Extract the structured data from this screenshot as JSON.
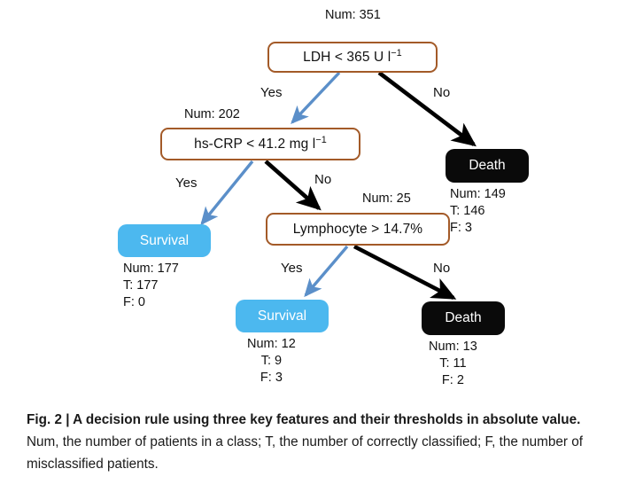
{
  "figure": {
    "colors": {
      "decision_border": "#a35a28",
      "survival": "#4cb8ef",
      "death": "#0a0a0a",
      "yes_edge": "#5b8fc9",
      "no_edge": "#000000"
    },
    "nodes": {
      "root": {
        "num_label": "Num: 351",
        "feature": "LDH",
        "operator": "<",
        "threshold": "365",
        "unit_base": "U l",
        "unit_sup": "−1",
        "text": "LDH < 365 U l"
      },
      "hscrp": {
        "num_label": "Num: 202",
        "feature": "hs-CRP",
        "operator": "<",
        "threshold": "41.2",
        "unit_base": "mg l",
        "unit_sup": "−1",
        "text": "hs-CRP < 41.2 mg l"
      },
      "lymphocyte": {
        "num_label": "Num: 25",
        "feature": "Lymphocyte",
        "operator": ">",
        "threshold": "14.7%",
        "text": "Lymphocyte > 14.7%"
      },
      "death_right": {
        "label": "Death",
        "num": "Num: 149",
        "t": "T: 146",
        "f": "F: 3"
      },
      "survival_left": {
        "label": "Survival",
        "num": "Num: 177",
        "t": "T: 177",
        "f": "F: 0"
      },
      "survival_bottom": {
        "label": "Survival",
        "num": "Num: 12",
        "t": "T: 9",
        "f": "F: 3"
      },
      "death_bottom": {
        "label": "Death",
        "num": "Num: 13",
        "t": "T: 11",
        "f": "F: 2"
      }
    },
    "edge_labels": {
      "root_yes": "Yes",
      "root_no": "No",
      "hscrp_yes": "Yes",
      "hscrp_no": "No",
      "lymph_yes": "Yes",
      "lymph_no": "No"
    }
  },
  "caption": {
    "figure_number": "Fig. 2 | ",
    "bold_title": "A decision rule using three key features and their thresholds in absolute value.",
    "body": " Num, the number of patients in a class; T, the number of correctly classified; F, the number of misclassified patients."
  }
}
